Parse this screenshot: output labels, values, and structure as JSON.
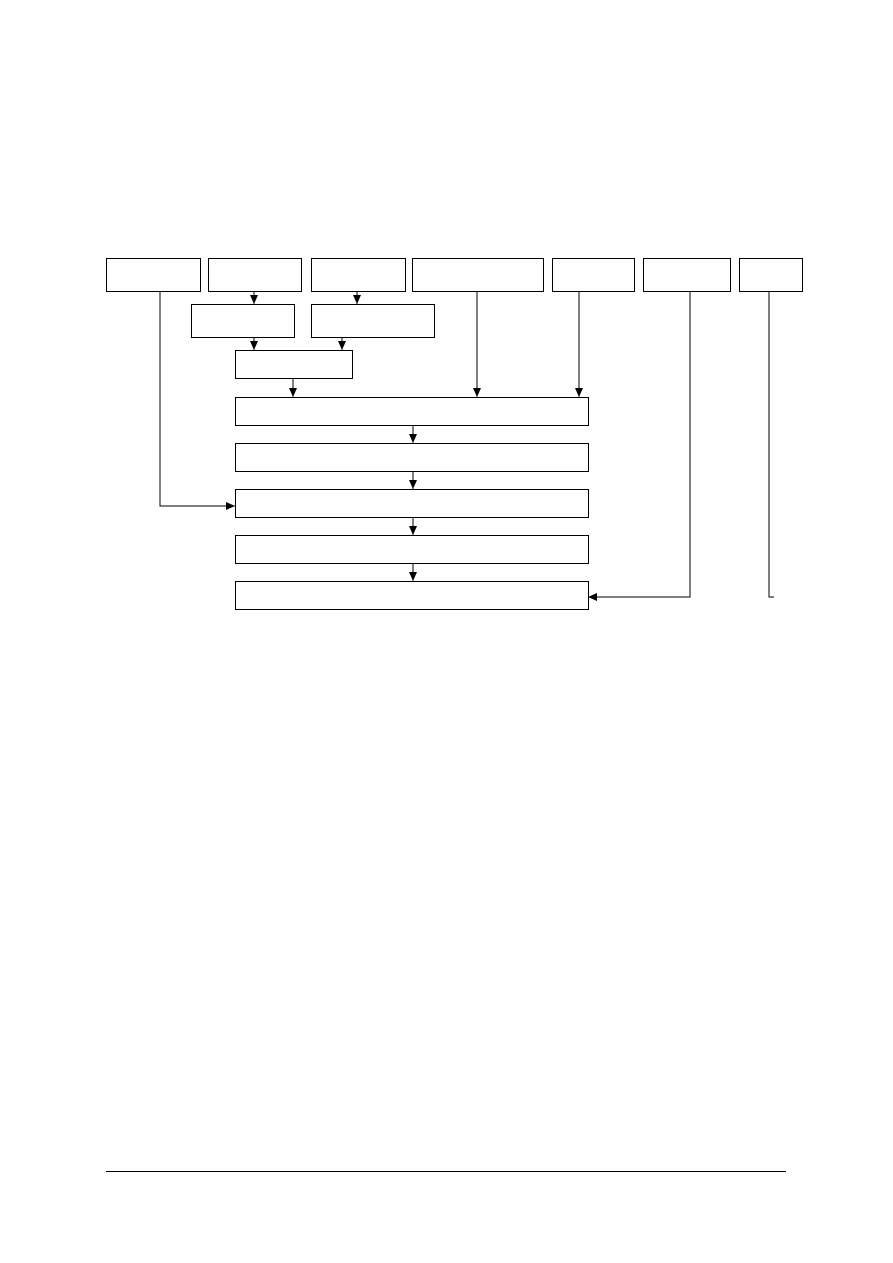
{
  "diagram": {
    "nodes": [
      {
        "id": "top-1",
        "label": ""
      },
      {
        "id": "top-2",
        "label": ""
      },
      {
        "id": "top-3",
        "label": ""
      },
      {
        "id": "top-4",
        "label": ""
      },
      {
        "id": "top-5",
        "label": ""
      },
      {
        "id": "top-6",
        "label": ""
      },
      {
        "id": "top-7",
        "label": ""
      },
      {
        "id": "mid-left",
        "label": ""
      },
      {
        "id": "mid-right",
        "label": ""
      },
      {
        "id": "merge",
        "label": ""
      },
      {
        "id": "stage-1",
        "label": ""
      },
      {
        "id": "stage-2",
        "label": ""
      },
      {
        "id": "stage-3",
        "label": ""
      },
      {
        "id": "stage-4",
        "label": ""
      },
      {
        "id": "stage-5",
        "label": ""
      }
    ],
    "edges": [
      {
        "from": "top-2",
        "to": "mid-left"
      },
      {
        "from": "top-3",
        "to": "mid-right"
      },
      {
        "from": "mid-left",
        "to": "merge"
      },
      {
        "from": "mid-right",
        "to": "merge"
      },
      {
        "from": "merge",
        "to": "stage-1"
      },
      {
        "from": "top-4",
        "to": "stage-1"
      },
      {
        "from": "top-5",
        "to": "stage-1"
      },
      {
        "from": "stage-1",
        "to": "stage-2"
      },
      {
        "from": "stage-2",
        "to": "stage-3"
      },
      {
        "from": "top-1",
        "to": "stage-3"
      },
      {
        "from": "stage-3",
        "to": "stage-4"
      },
      {
        "from": "stage-4",
        "to": "stage-5"
      },
      {
        "from": "top-6",
        "to": "stage-5"
      },
      {
        "from": "top-7",
        "to": "stage-5"
      }
    ]
  },
  "colors": {
    "stroke": "#000000",
    "background": "#ffffff"
  }
}
